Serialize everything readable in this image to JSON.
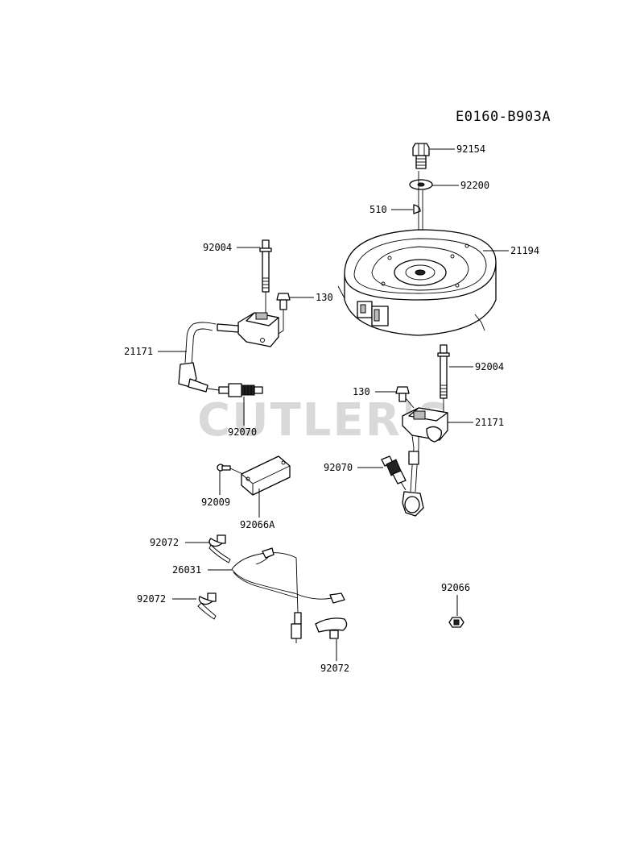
{
  "diagram_code": "E0160-B903A",
  "watermark": "CUTLER'S",
  "labels": {
    "p92154": "92154",
    "p92200": "92200",
    "p510": "510",
    "p21194": "21194",
    "p92004_left": "92004",
    "p130_left": "130",
    "p21171_left": "21171",
    "p92070_left": "92070",
    "p92004_right": "92004",
    "p130_right": "130",
    "p21171_right": "21171",
    "p92070_right": "92070",
    "p92009": "92009",
    "p92066A": "92066A",
    "p92072_top": "92072",
    "p26031": "26031",
    "p92072_mid": "92072",
    "p92072_bottom": "92072",
    "p92066": "92066"
  }
}
